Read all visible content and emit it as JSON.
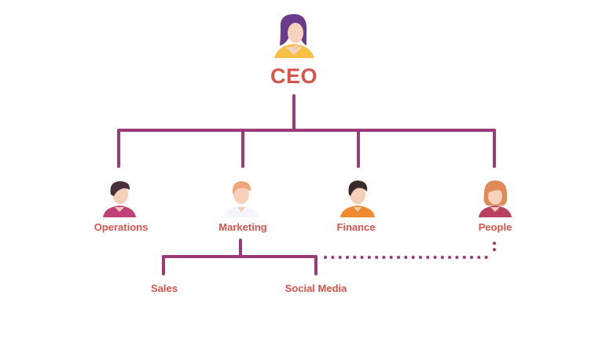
{
  "colors": {
    "line": "#9b3a78",
    "label": "#d9534a"
  },
  "ceo": {
    "title": "CEO",
    "icon": "woman-avatar-icon"
  },
  "departments": [
    {
      "label": "Operations",
      "icon": "man-avatar-icon"
    },
    {
      "label": "Marketing",
      "icon": "man-avatar-icon"
    },
    {
      "label": "Finance",
      "icon": "man-avatar-icon"
    },
    {
      "label": "People",
      "icon": "woman-avatar-icon"
    }
  ],
  "sub_units": [
    {
      "label": "Sales"
    },
    {
      "label": "Social Media"
    }
  ]
}
